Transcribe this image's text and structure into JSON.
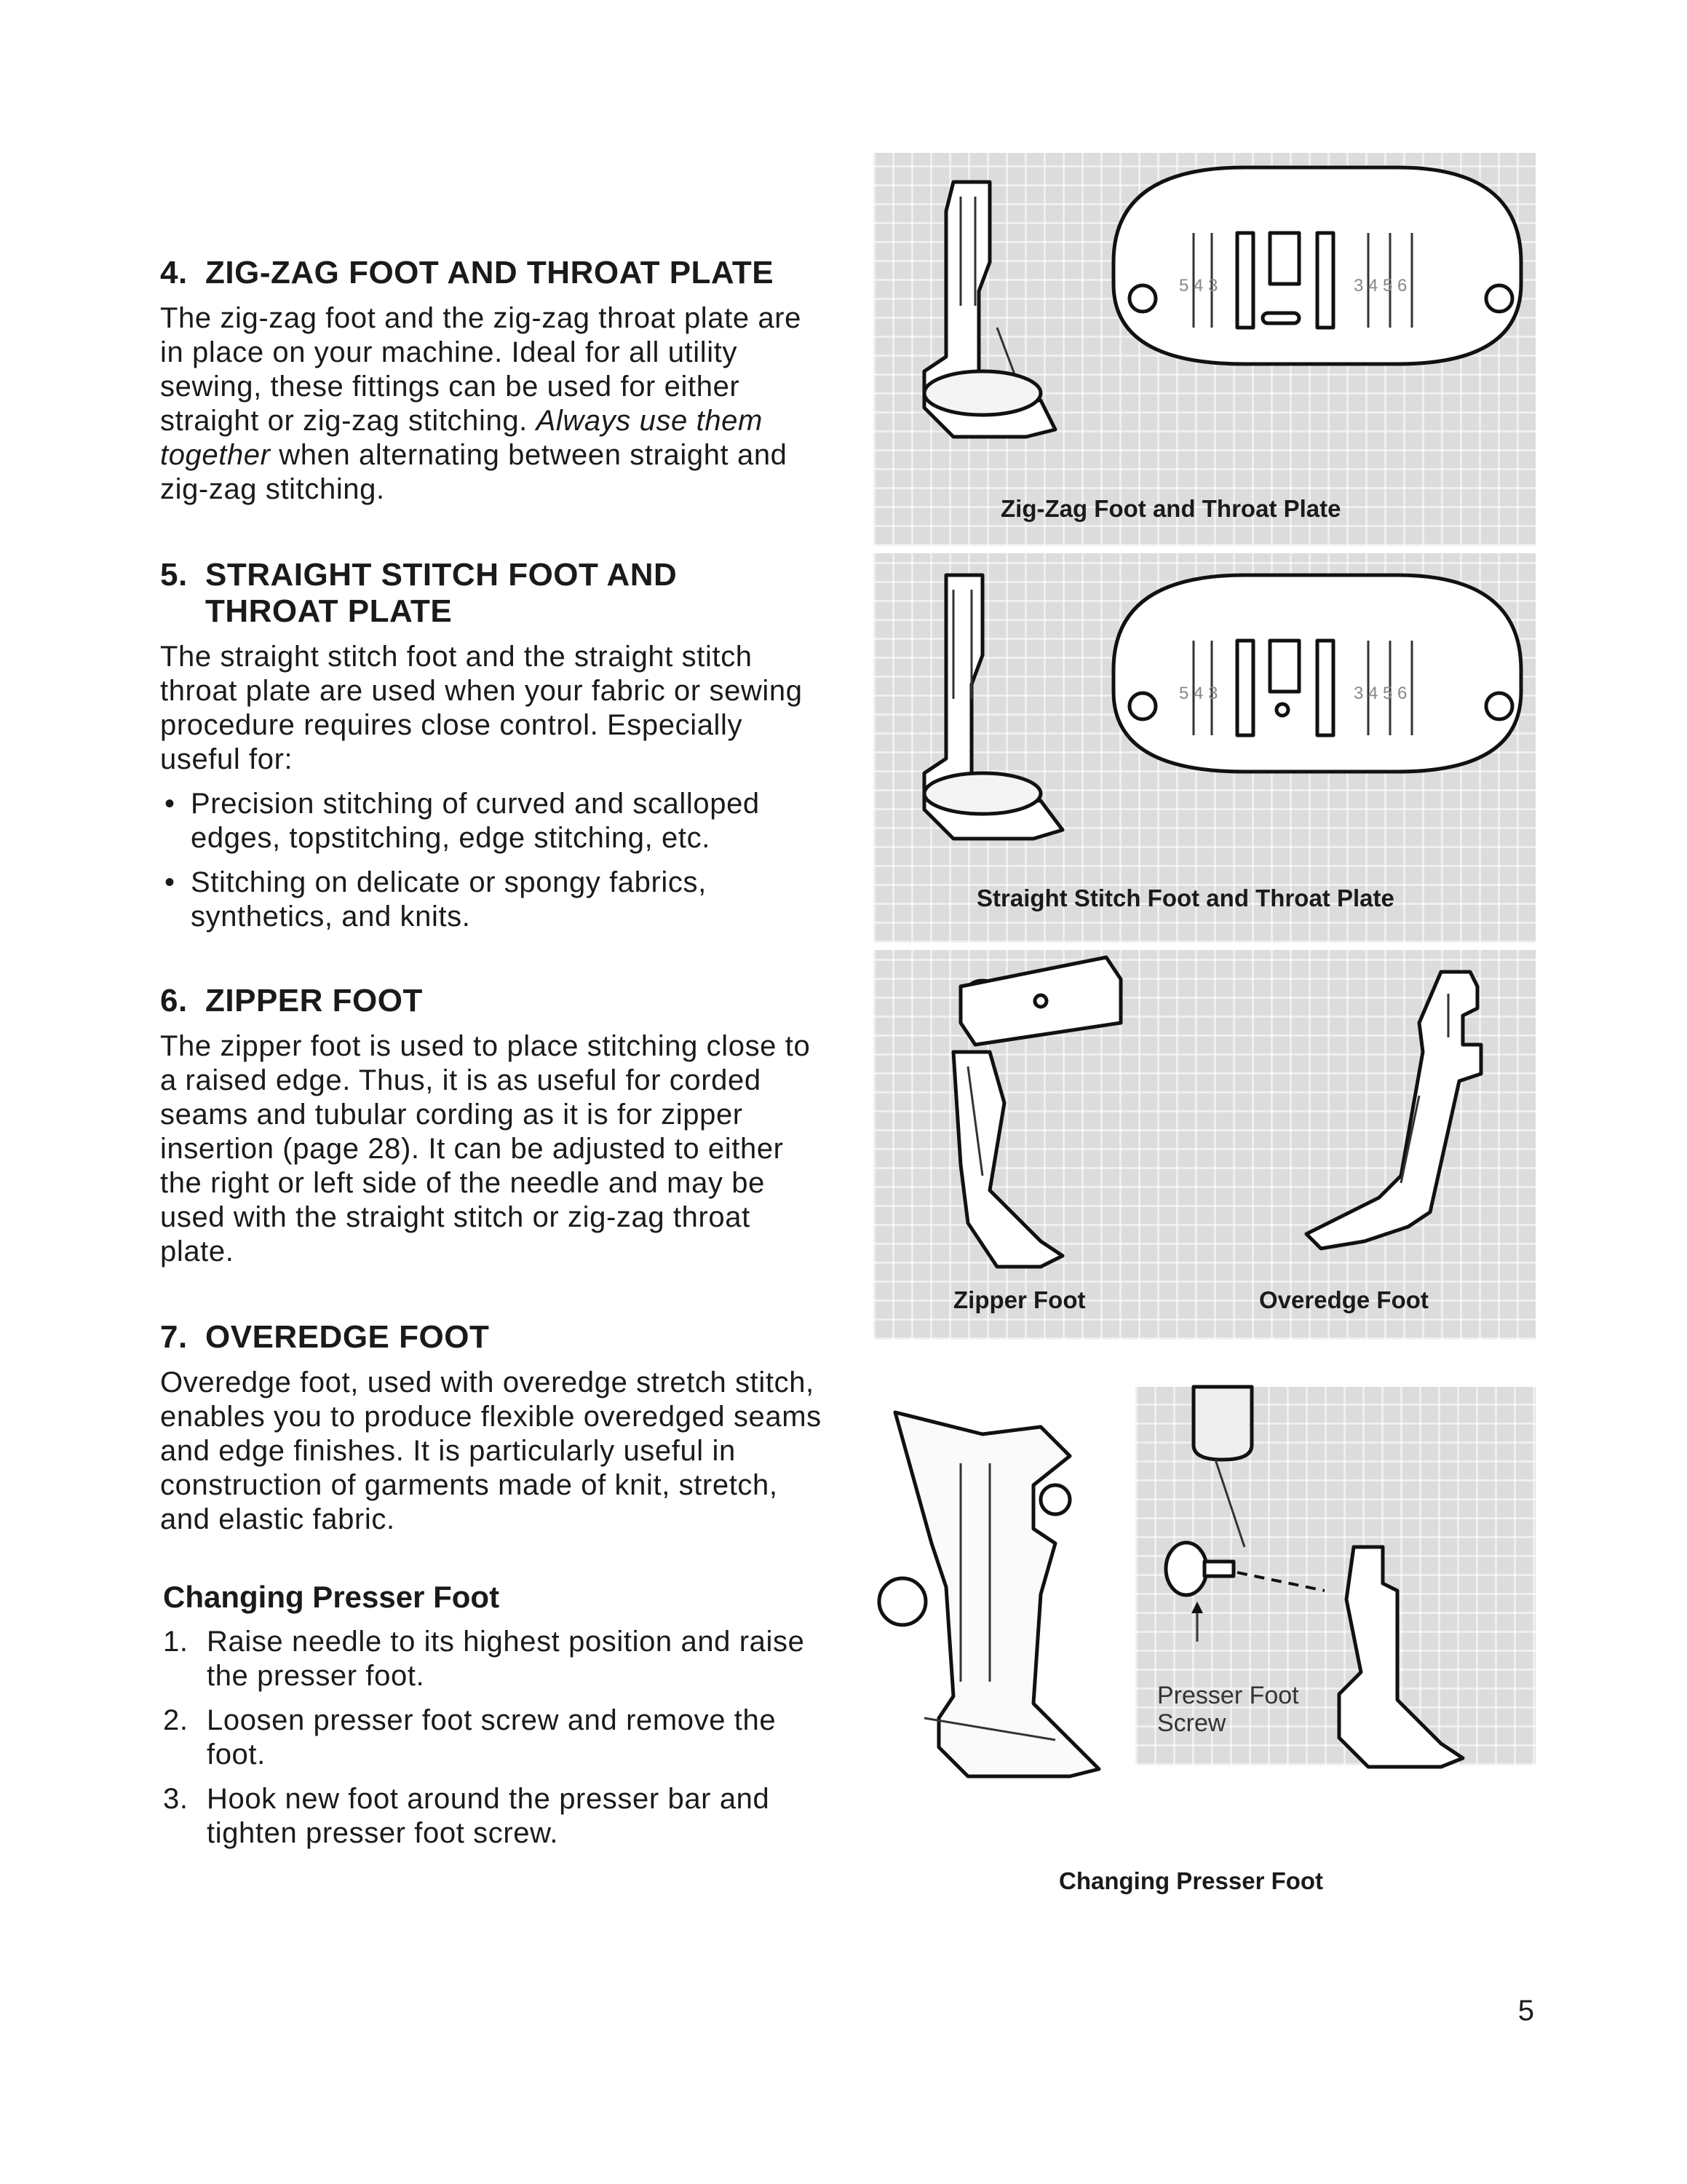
{
  "sections": {
    "s4": {
      "num": "4.",
      "title": "ZIG-ZAG FOOT AND THROAT PLATE",
      "text_a": "The zig-zag foot and the zig-zag throat plate are in place on your machine. Ideal for all utility sewing, these fittings can be used for either straight or zig-zag stitching. ",
      "text_italic": "Always use them together",
      "text_b": " when alternating between straight and zig-zag stitching."
    },
    "s5": {
      "num": "5.",
      "title_line1": "STRAIGHT STITCH FOOT AND",
      "title_line2": "THROAT PLATE",
      "text": "The straight stitch foot and the straight stitch throat plate are used when your fabric or sewing procedure requires close control. Especially useful for:",
      "bullets": [
        "Precision stitching of curved and scalloped edges, topstitching, edge stitching, etc.",
        "Stitching on delicate or spongy fabrics, synthetics, and knits."
      ]
    },
    "s6": {
      "num": "6.",
      "title": "ZIPPER FOOT",
      "text": "The zipper foot is used to place stitching close to a raised edge. Thus, it is as useful for corded seams and tubular cording as it is for zipper insertion (page 28). It can be adjusted to either the right or left side of the needle and may be used with the straight stitch or zig-zag throat plate."
    },
    "s7": {
      "num": "7.",
      "title": "OVEREDGE FOOT",
      "text": "Overedge foot, used with overedge stretch stitch, enables you to produce flexible overedged seams and edge finishes. It is particularly useful in construction of garments made of knit, stretch, and elastic fabric."
    },
    "changing": {
      "title": "Changing Presser Foot",
      "steps": [
        {
          "n": "1.",
          "text": "Raise needle to its highest position and raise the presser foot."
        },
        {
          "n": "2.",
          "text": "Loosen presser foot screw and remove the foot."
        },
        {
          "n": "3.",
          "text": "Hook new foot around the presser bar and tighten presser foot screw."
        }
      ]
    }
  },
  "figures": {
    "fig1_caption": "Zig-Zag Foot and Throat Plate",
    "fig2_caption": "Straight Stitch Foot and Throat Plate",
    "fig3_left_caption": "Zipper Foot",
    "fig3_right_caption": "Overedge Foot",
    "fig4_label_line1": "Presser Foot",
    "fig4_label_line2": "Screw",
    "fig4_caption": "Changing Presser Foot",
    "plate_marks_left": "5 4 3",
    "plate_marks_right": "3 4 5 6"
  },
  "page_number": "5"
}
